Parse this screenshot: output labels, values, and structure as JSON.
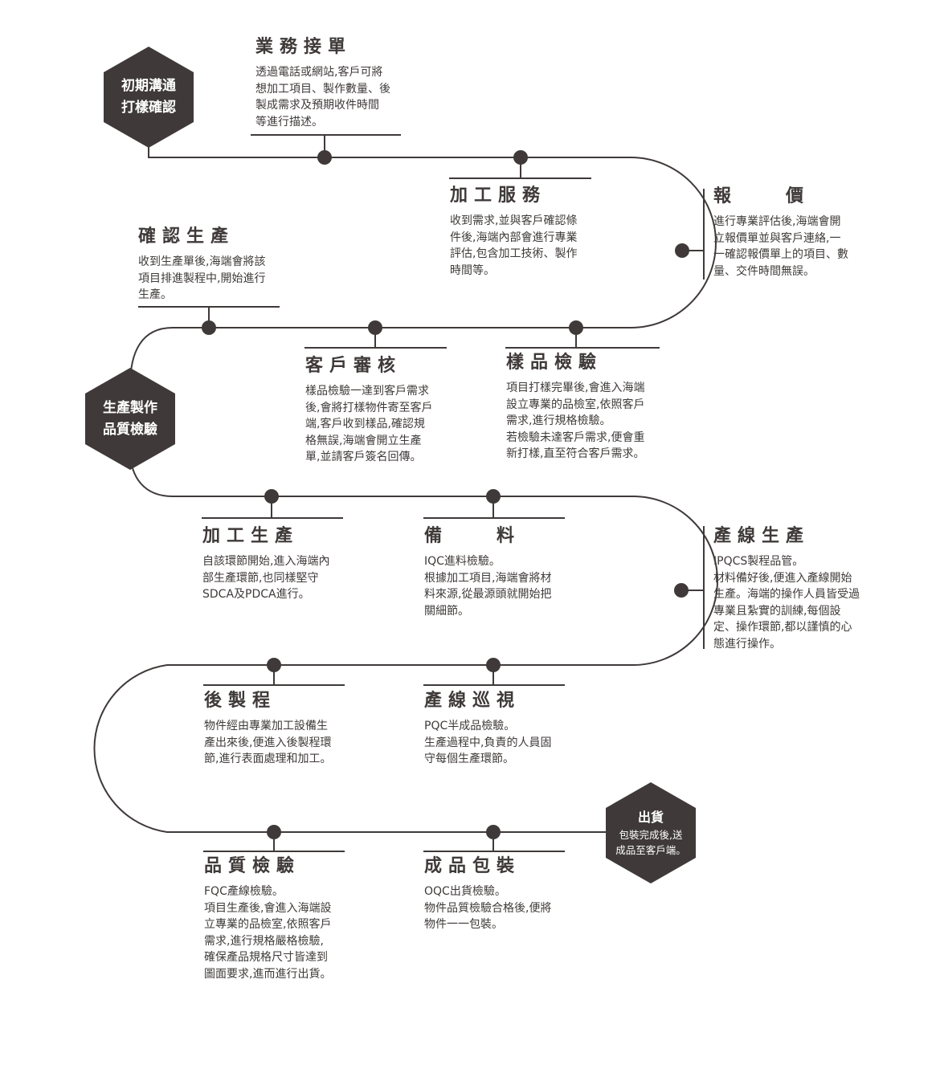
{
  "colors": {
    "line": "#3f3a39",
    "hex_fill": "#3f3a39",
    "text": "#3f3a39",
    "hex_text": "#ffffff"
  },
  "hexagons": {
    "start": {
      "lines": [
        "初期溝通",
        "打樣確認"
      ]
    },
    "mid": {
      "lines": [
        "生產製作",
        "品質檢驗"
      ]
    },
    "end": {
      "title": "出貨",
      "lines": [
        "包裝完成後,送",
        "成品至客戶端。"
      ]
    }
  },
  "steps": {
    "order_receipt": {
      "title": "業務接單",
      "lines": [
        "透過電話或網站,客戶可將",
        "想加工項目、製作數量、後",
        "製成需求及預期收件時間",
        "等進行描述。"
      ]
    },
    "processing_service": {
      "title": "加工服務",
      "lines": [
        "收到需求,並與客戶確認條",
        "件後,海端內部會進行專業",
        "評估,包含加工技術、製作",
        "時間等。"
      ]
    },
    "quotation": {
      "title": "報　　價",
      "lines": [
        "進行專業評估後,海端會開",
        "立報價單並與客戶連絡,一",
        "一確認報價單上的項目、數",
        "量、交件時間無誤。"
      ]
    },
    "confirm_production": {
      "title": "確認生產",
      "lines": [
        "收到生產單後,海端會將該",
        "項目排進製程中,開始進行",
        "生產。"
      ]
    },
    "customer_review": {
      "title": "客戶審核",
      "lines": [
        "樣品檢驗一達到客戶需求",
        "後,會將打樣物件寄至客戶",
        "端,客戶收到樣品,確認規",
        "格無誤,海端會開立生產",
        "單,並請客戶簽名回傳。"
      ]
    },
    "sample_inspection": {
      "title": "樣品檢驗",
      "lines": [
        "項目打樣完畢後,會進入海端",
        "設立專業的品檢室,依照客戶",
        "需求,進行規格檢驗。",
        "若檢驗未達客戶需求,便會重",
        "新打樣,直至符合客戶需求。"
      ]
    },
    "machining_production": {
      "title": "加工生產",
      "lines": [
        "自該環節開始,進入海端內",
        "部生產環節,也同樣堅守",
        "SDCA及PDCA進行。"
      ]
    },
    "material_prep": {
      "title": "備　　料",
      "lines": [
        "IQC進料檢驗。",
        "根據加工項目,海端會將材",
        "料來源,從最源頭就開始把",
        "關細節。"
      ]
    },
    "line_production": {
      "title": "產線生產",
      "lines": [
        "IPQCS製程品管。",
        "材料備好後,便進入產線開始",
        "生產。海端的操作人員皆受過",
        "專業且紮實的訓練,每個設",
        "定、操作環節,都以謹慎的心",
        "態進行操作。"
      ]
    },
    "post_process": {
      "title": "後製程",
      "lines": [
        "物件經由專業加工設備生",
        "產出來後,便進入後製程環",
        "節,進行表面處理和加工。"
      ]
    },
    "line_patrol": {
      "title": "產線巡視",
      "lines": [
        "PQC半成品檢驗。",
        "生產過程中,負責的人員固",
        "守每個生產環節。"
      ]
    },
    "quality_inspection": {
      "title": "品質檢驗",
      "lines": [
        "FQC產線檢驗。",
        "項目生產後,會進入海端設",
        "立專業的品檢室,依照客戶",
        "需求,進行規格嚴格檢驗,",
        "確保產品規格尺寸皆達到",
        "圖面要求,進而進行出貨。"
      ]
    },
    "finished_packaging": {
      "title": "成品包裝",
      "lines": [
        "OQC出貨檢驗。",
        "物件品質檢驗合格後,便將",
        "物件一一包裝。"
      ]
    }
  }
}
